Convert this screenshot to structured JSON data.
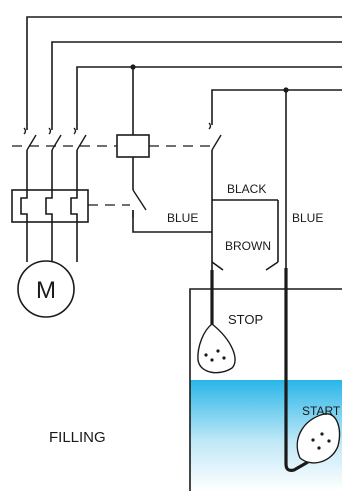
{
  "labels": {
    "black": "BLACK",
    "blue_left": "BLUE",
    "blue_right": "BLUE",
    "brown": "BROWN",
    "stop": "STOP",
    "start": "START",
    "motor": "M",
    "filling": "FILLING"
  },
  "colors": {
    "line": "#1a1a1a",
    "water_top": "#29b6e8",
    "water_bottom": "#ffffff"
  }
}
